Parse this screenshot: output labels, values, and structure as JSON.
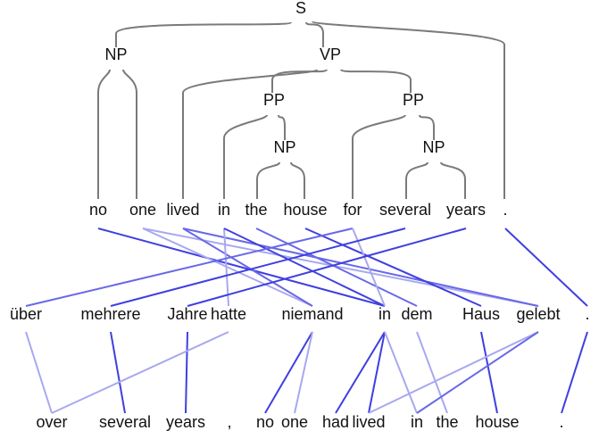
{
  "tree": {
    "nodes": {
      "S": "S",
      "NP1": "NP",
      "VP": "VP",
      "PP1": "PP",
      "PP2": "PP",
      "NP2": "NP",
      "NP3": "NP"
    }
  },
  "english": [
    "no",
    "one",
    "lived",
    "in",
    "the",
    "house",
    "for",
    "several",
    "years",
    "."
  ],
  "german": [
    "über",
    "mehrere",
    "Jahre",
    "hatte",
    "niemand",
    "in",
    "dem",
    "Haus",
    "gelebt",
    "."
  ],
  "reordered": [
    "over",
    "several",
    "years",
    ",",
    "no",
    "one",
    "had",
    "lived",
    "in",
    "the",
    "house",
    "."
  ],
  "alignments_top": [
    {
      "en": 0,
      "de": 5,
      "strength": "strong"
    },
    {
      "en": 1,
      "de": 4,
      "strength": "light"
    },
    {
      "en": 1,
      "de": 8,
      "strength": "light"
    },
    {
      "en": 2,
      "de": 4,
      "strength": "medium"
    },
    {
      "en": 2,
      "de": 8,
      "strength": "medium"
    },
    {
      "en": 3,
      "de": 3,
      "strength": "light"
    },
    {
      "en": 3,
      "de": 5,
      "strength": "strong"
    },
    {
      "en": 4,
      "de": 6,
      "strength": "medium"
    },
    {
      "en": 5,
      "de": 7,
      "strength": "strong"
    },
    {
      "en": 6,
      "de": 0,
      "strength": "medium"
    },
    {
      "en": 6,
      "de": 5,
      "strength": "light"
    },
    {
      "en": 7,
      "de": 1,
      "strength": "strong"
    },
    {
      "en": 8,
      "de": 2,
      "strength": "strong"
    },
    {
      "en": 9,
      "de": 9,
      "strength": "strong"
    }
  ],
  "alignments_bottom": [
    {
      "de": 0,
      "re": 0,
      "strength": "light"
    },
    {
      "de": 1,
      "re": 1,
      "strength": "strong"
    },
    {
      "de": 2,
      "re": 2,
      "strength": "strong"
    },
    {
      "de": 3,
      "re": 0,
      "strength": "light"
    },
    {
      "de": 4,
      "re": 4,
      "strength": "strong"
    },
    {
      "de": 4,
      "re": 5,
      "strength": "light"
    },
    {
      "de": 5,
      "re": 6,
      "strength": "strong"
    },
    {
      "de": 5,
      "re": 7,
      "strength": "strong"
    },
    {
      "de": 5,
      "re": 8,
      "strength": "light"
    },
    {
      "de": 6,
      "re": 9,
      "strength": "light"
    },
    {
      "de": 7,
      "re": 10,
      "strength": "strong"
    },
    {
      "de": 8,
      "re": 7,
      "strength": "light"
    },
    {
      "de": 8,
      "re": 8,
      "strength": "medium"
    },
    {
      "de": 9,
      "re": 11,
      "strength": "strong"
    }
  ],
  "colors": {
    "tree_edge": "#7a7a7a",
    "strong": "#3f3fe0",
    "medium": "#6868e8",
    "light": "#a8a8f0"
  }
}
